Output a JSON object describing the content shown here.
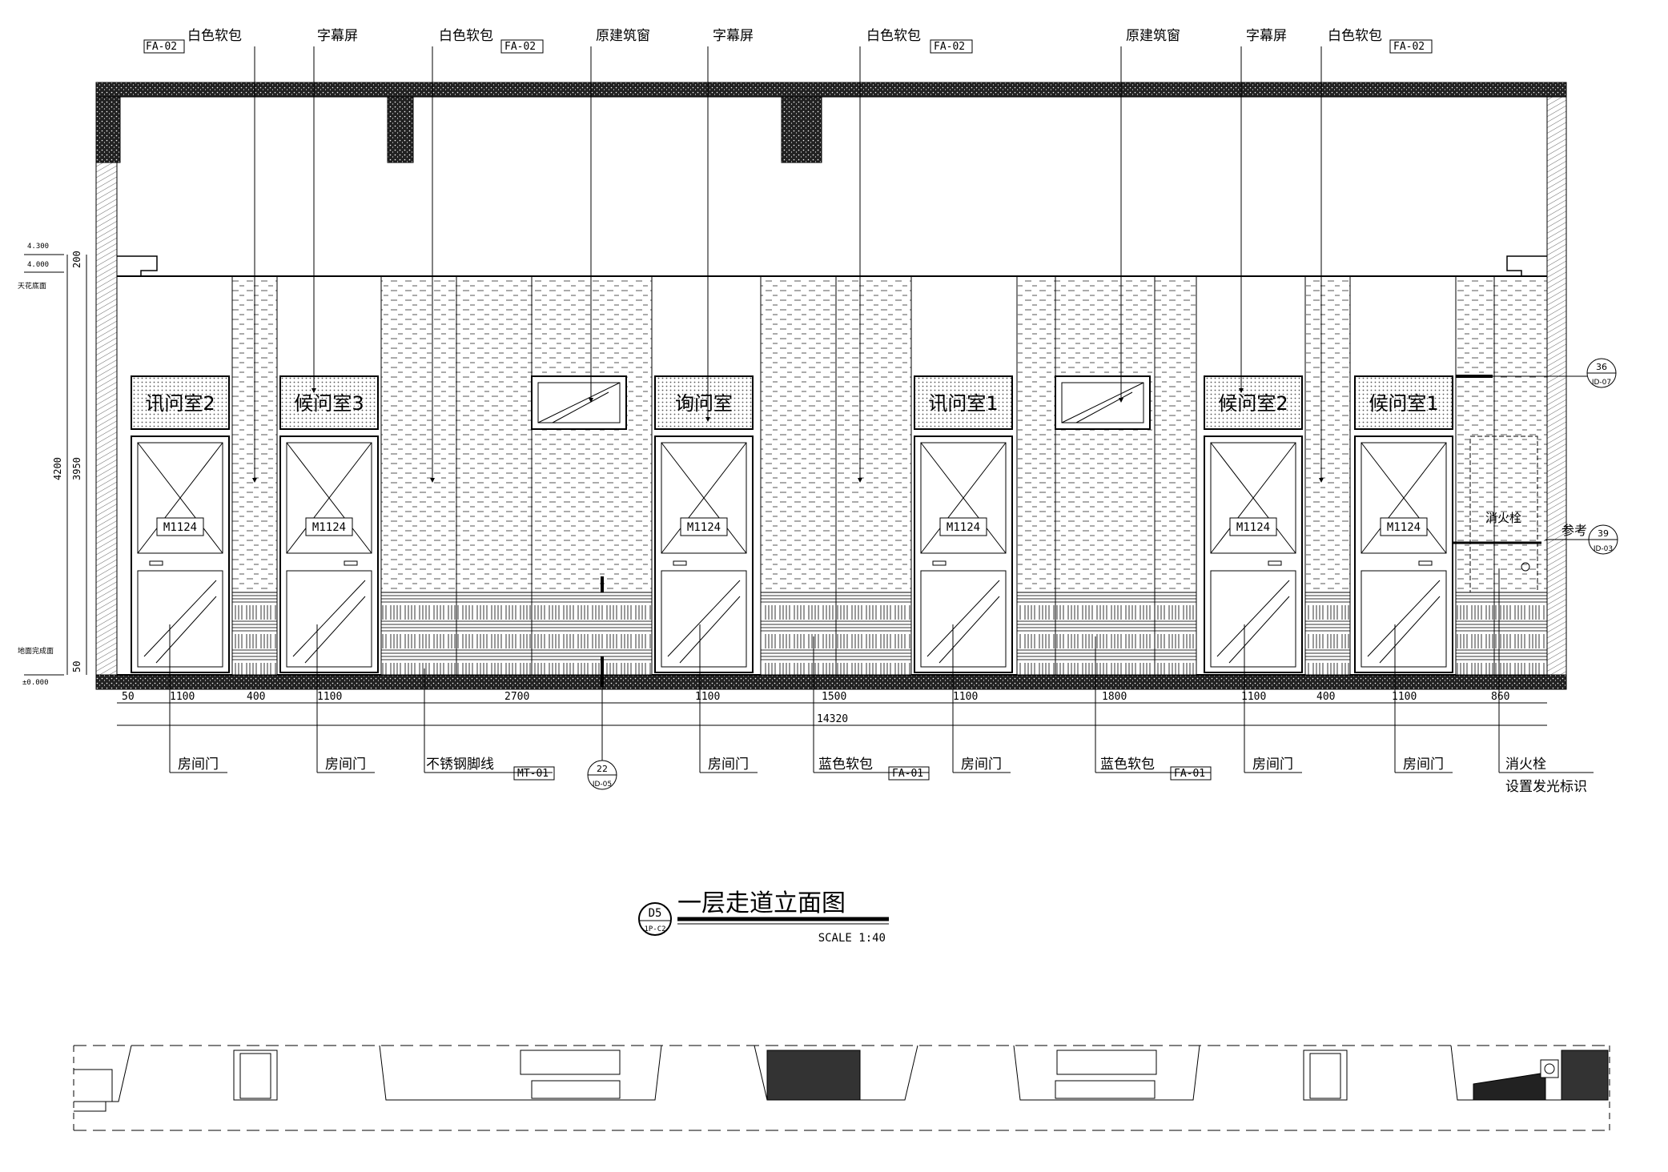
{
  "drawing": {
    "title": "一层走道立面图",
    "scale": "SCALE 1:40",
    "title_symbol": {
      "number": "D5",
      "sheet": "1P-C2"
    }
  },
  "top_labels": [
    {
      "text": "白色软包",
      "tag": "FA-02"
    },
    {
      "text": "字幕屏",
      "tag": ""
    },
    {
      "text": "白色软包",
      "tag": "FA-02"
    },
    {
      "text": "原建筑窗",
      "tag": ""
    },
    {
      "text": "字幕屏",
      "tag": ""
    },
    {
      "text": "白色软包",
      "tag": "FA-02"
    },
    {
      "text": "原建筑窗",
      "tag": ""
    },
    {
      "text": "字幕屏",
      "tag": ""
    },
    {
      "text": "白色软包",
      "tag": "FA-02"
    }
  ],
  "room_signs": [
    "讯问室2",
    "候问室3",
    "询问室",
    "讯问室1",
    "候问室2",
    "候问室1"
  ],
  "door_tag": "M1124",
  "hydrant": {
    "label": "消火栓"
  },
  "ref_note": "参考",
  "callouts": [
    {
      "number": "36",
      "sheet": "ID-07"
    },
    {
      "number": "39",
      "sheet": "ID-03"
    },
    {
      "number": "22",
      "sheet": "ID-05"
    }
  ],
  "levels": [
    "4.300",
    "4.000",
    "天花底面",
    "地面完成面",
    "±0.000"
  ],
  "vertical_dims": [
    "200",
    "4200",
    "3950",
    "50"
  ],
  "dimensions": {
    "segments": [
      "50",
      "1100",
      "400",
      "1100",
      "2700",
      "1100",
      "1500",
      "1100",
      "1800",
      "1100",
      "400",
      "1100",
      "860"
    ],
    "total": "14320"
  },
  "bottom_labels": [
    {
      "text": "房间门",
      "tag": ""
    },
    {
      "text": "房间门",
      "tag": ""
    },
    {
      "text": "不锈钢脚线",
      "tag": "MT-01"
    },
    {
      "text": "房间门",
      "tag": ""
    },
    {
      "text": "蓝色软包",
      "tag": "FA-01"
    },
    {
      "text": "房间门",
      "tag": ""
    },
    {
      "text": "蓝色软包",
      "tag": "FA-01"
    },
    {
      "text": "房间门",
      "tag": ""
    },
    {
      "text": "房间门",
      "tag": ""
    },
    {
      "text": "消火栓",
      "tag": ""
    }
  ],
  "bottom_note": "设置发光标识",
  "colors": {
    "line": "#000000",
    "background": "#ffffff",
    "hatch": "#333333"
  }
}
